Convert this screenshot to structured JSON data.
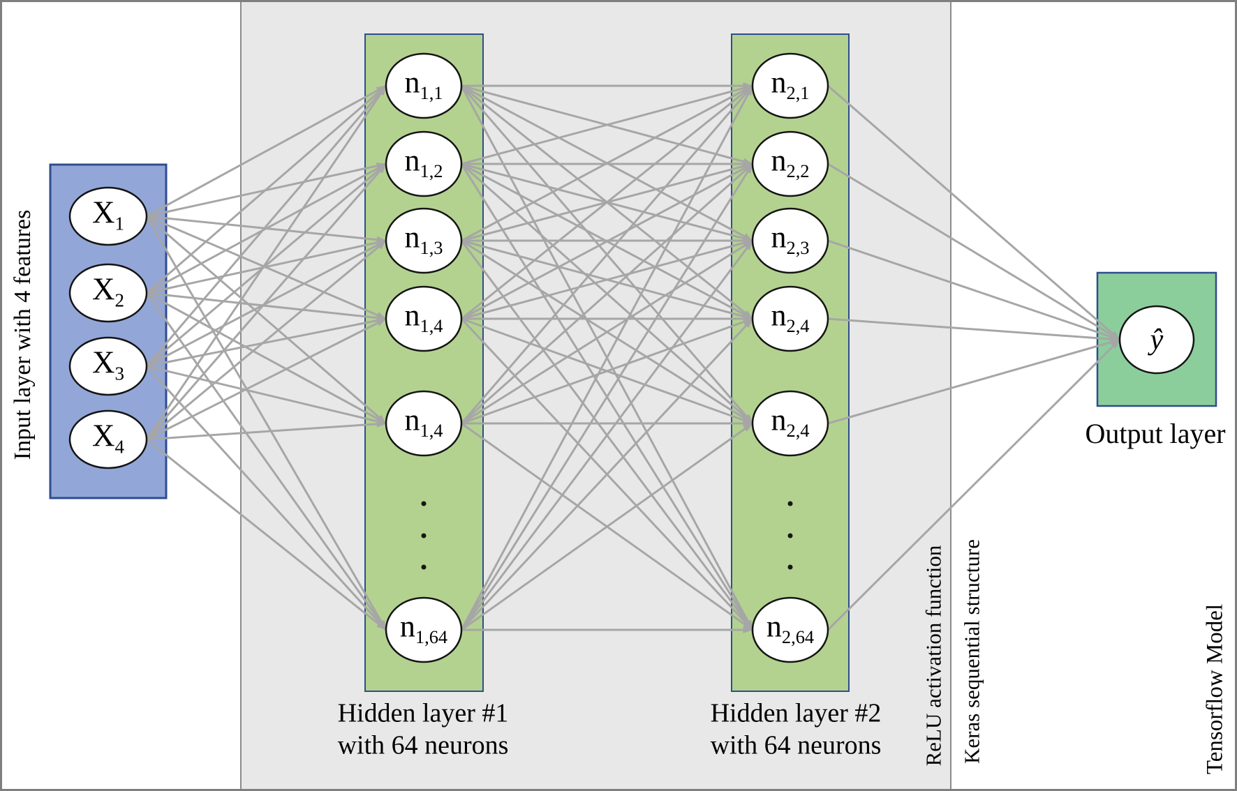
{
  "network": {
    "input_layer": {
      "side_label": "Input layer with 4 features",
      "nodes": [
        {
          "main": "X",
          "sub": "1"
        },
        {
          "main": "X",
          "sub": "2"
        },
        {
          "main": "X",
          "sub": "3"
        },
        {
          "main": "X",
          "sub": "4"
        }
      ]
    },
    "hidden_layer_1": {
      "caption": [
        "Hidden layer #1",
        "with 64 neurons"
      ],
      "nodes": [
        {
          "main": "n",
          "sub": "1,1"
        },
        {
          "main": "n",
          "sub": "1,2"
        },
        {
          "main": "n",
          "sub": "1,3"
        },
        {
          "main": "n",
          "sub": "1,4"
        },
        {
          "main": "n",
          "sub": "1,4"
        },
        {
          "main": "n",
          "sub": "1,64"
        }
      ],
      "ellipsis_dots": 3
    },
    "hidden_layer_2": {
      "caption": [
        "Hidden layer #2",
        "with 64 neurons"
      ],
      "nodes": [
        {
          "main": "n",
          "sub": "2,1"
        },
        {
          "main": "n",
          "sub": "2,2"
        },
        {
          "main": "n",
          "sub": "2,3"
        },
        {
          "main": "n",
          "sub": "2,4"
        },
        {
          "main": "n",
          "sub": "2,4"
        },
        {
          "main": "n",
          "sub": "2,64"
        }
      ],
      "ellipsis_dots": 3
    },
    "output_layer": {
      "caption": "Output layer",
      "node": {
        "main": "ŷ"
      }
    },
    "annotations": [
      {
        "id": "relu",
        "text": "ReLU activation function"
      },
      {
        "id": "keras",
        "text": "Keras sequential structure"
      },
      {
        "id": "tensorflow",
        "text": "Tensorflow Model"
      }
    ]
  },
  "colors": {
    "input_box_fill": "#93a6d8",
    "hidden_box_fill": "#b3d28f",
    "output_box_fill": "#8bce9c",
    "box_border": "#2e4d8e",
    "panel_fill": "#e8e8e8",
    "panel_line": "#8b8b8b",
    "edge": "#a6a6a6",
    "node_fill": "#ffffff",
    "node_stroke": "#141414",
    "outer_border": "#7f7f7f",
    "text": "#000000"
  }
}
